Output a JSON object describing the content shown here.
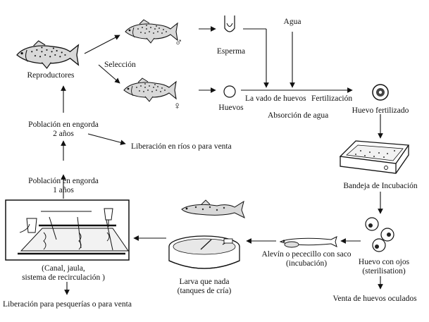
{
  "labels": {
    "reproductores": "Reproductores",
    "seleccion": "Selección",
    "esperma": "Esperma",
    "male_symbol": "♂",
    "female_symbol": "♀",
    "huevos": "Huevos",
    "agua": "Agua",
    "lavado_huevos": "La vado de huevos",
    "fertilizacion": "Fertilización",
    "absorcion_agua": "Absorción  de agua",
    "huevo_fertilizado": "Huevo fertilizado",
    "bandeja_incubacion": "Bandeja de Incubación",
    "huevo_con_ojos": [
      "Huevo con ojos",
      "(sterilisation)"
    ],
    "venta_huevos_oculados": "Venta de huevos oculados",
    "alevin": [
      "Alevín o pececillo con saco",
      "(incubación)"
    ],
    "larva": [
      "Larva que nada",
      "(tanques de cría)"
    ],
    "canal": [
      "(Canal, jaula,",
      "sistema de recirculación )"
    ],
    "liberacion_pesquerias": "Liberación para pesquerías o para venta",
    "poblacion_1": [
      "Población en engorda",
      "1 años"
    ],
    "poblacion_2": [
      "Población en engorda",
      "2 años"
    ],
    "liberacion_rios": "Liberación en ríos o para venta"
  },
  "colors": {
    "ink": "#111111",
    "background": "#ffffff",
    "fish_fill": "#d9d9d9"
  }
}
